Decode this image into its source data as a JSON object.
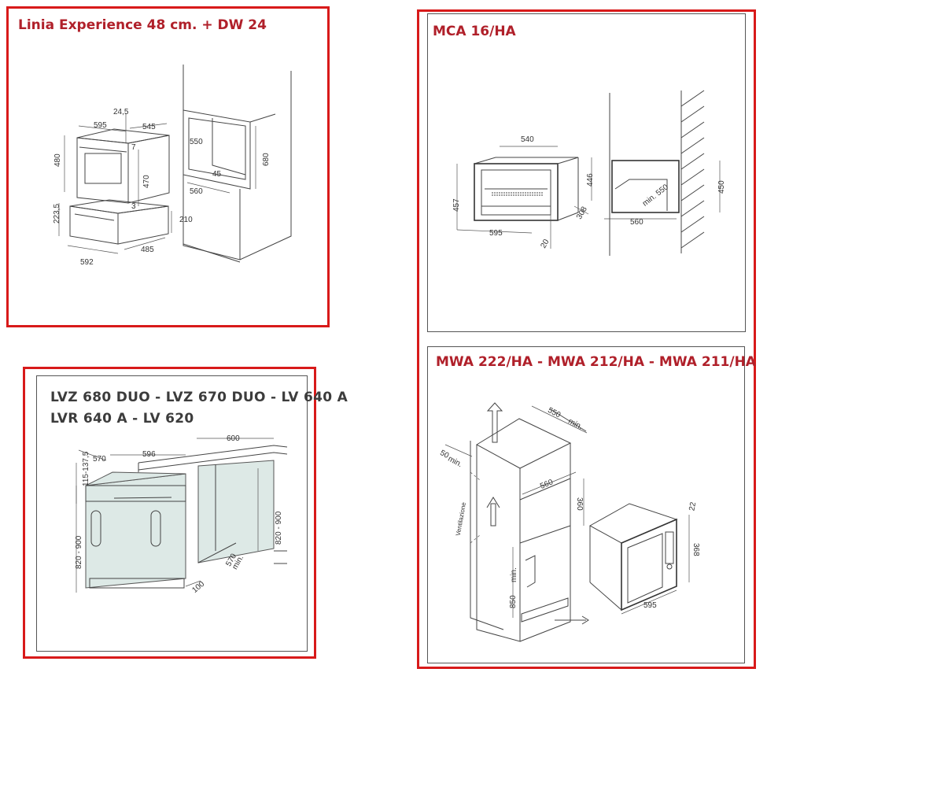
{
  "colors": {
    "frame_red": "#d81a1a",
    "title_red": "#b0202a",
    "title_grey": "#3c3c3c",
    "line": "#444444",
    "fill_dishwasher": "#dde9e6"
  },
  "panel_linia": {
    "title": "Linia Experience 48 cm. + DW 24",
    "dims": {
      "d245": "24,5",
      "d595": "595",
      "d545": "545",
      "d480": "480",
      "d7": "7",
      "d470": "470",
      "d3": "3",
      "d550": "550",
      "d680": "680",
      "d45": "45",
      "d560": "560",
      "d2235": "223,5",
      "d210": "210",
      "d485": "485",
      "d592": "592"
    }
  },
  "panel_lvz": {
    "title_line1": "LVZ 680 DUO - LVZ 670 DUO - LV 640 A",
    "title_line2": "LVR 640 A - LV 620",
    "dims": {
      "d600": "600",
      "d570": "570",
      "d596": "596",
      "d115": "115-137,5",
      "d820a": "820 - 900",
      "d820b": "820 - 900",
      "d570min": "570",
      "min": "min.",
      "d100": "100"
    }
  },
  "panel_mca": {
    "title": "MCA 16/HA",
    "dims": {
      "d540": "540",
      "d446": "446",
      "d457": "457",
      "d308": "308",
      "d595": "595",
      "d20": "20",
      "d450": "450",
      "d550": "min. 550",
      "d560": "560"
    }
  },
  "panel_mwa": {
    "title": "MWA 222/HA - MWA 212/HA - MWA 211/HA",
    "dims": {
      "d550": "550",
      "min1": "min.",
      "d50": "50",
      "min2": "min.",
      "d560": "560",
      "d360": "360",
      "vent": "Ventilazione",
      "d850": "850",
      "min3": "min.",
      "d368": "368",
      "d595": "595",
      "d22": "22"
    }
  }
}
